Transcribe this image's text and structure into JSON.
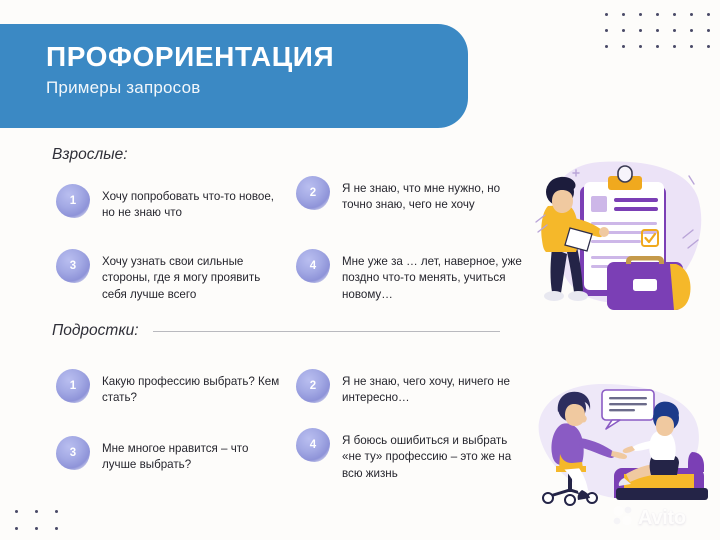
{
  "header": {
    "title": "ПРОФОРИЕНТАЦИЯ",
    "subtitle": "Примеры запросов",
    "banner_color": "#3b89c4"
  },
  "sections": [
    {
      "id": "adults",
      "label": "Взрослые:",
      "has_rule": false,
      "items": [
        {
          "number": "1",
          "text": "Хочу попробовать что-то новое, но не знаю что"
        },
        {
          "number": "2",
          "text": "Я не знаю, что мне нужно, но точно знаю, чего не хочу"
        },
        {
          "number": "3",
          "text": "Хочу узнать свои сильные стороны, где я могу проявить себя лучше всего"
        },
        {
          "number": "4",
          "text": "Мне уже за … лет, наверное, уже поздно что-то менять, учиться новому…"
        }
      ]
    },
    {
      "id": "teens",
      "label": "Подростки:",
      "has_rule": true,
      "items": [
        {
          "number": "1",
          "text": "Какую профессию выбрать? Кем стать?"
        },
        {
          "number": "2",
          "text": "Я не знаю, чего хочу, ничего не интересно…"
        },
        {
          "number": "3",
          "text": "Мне многое нравится – что лучше выбрать?"
        },
        {
          "number": "4",
          "text": "Я боюсь ошибиться и выбрать «не ту» профессию – это же на всю жизнь"
        }
      ]
    }
  ],
  "illustrations": {
    "top": "person-with-checklist-and-briefcase-illustration",
    "bottom": "counselor-talking-with-teen-illustration"
  },
  "watermark": {
    "text": "Avito",
    "mark": "avito-four-circles-logo"
  },
  "decor": {
    "top_right_dots": "dot-grid-7x3",
    "bottom_left_dots": "dot-grid-3x2",
    "badge_color": "#8e93d8",
    "text_color": "#26262e",
    "background_color": "#fdfcfa"
  }
}
